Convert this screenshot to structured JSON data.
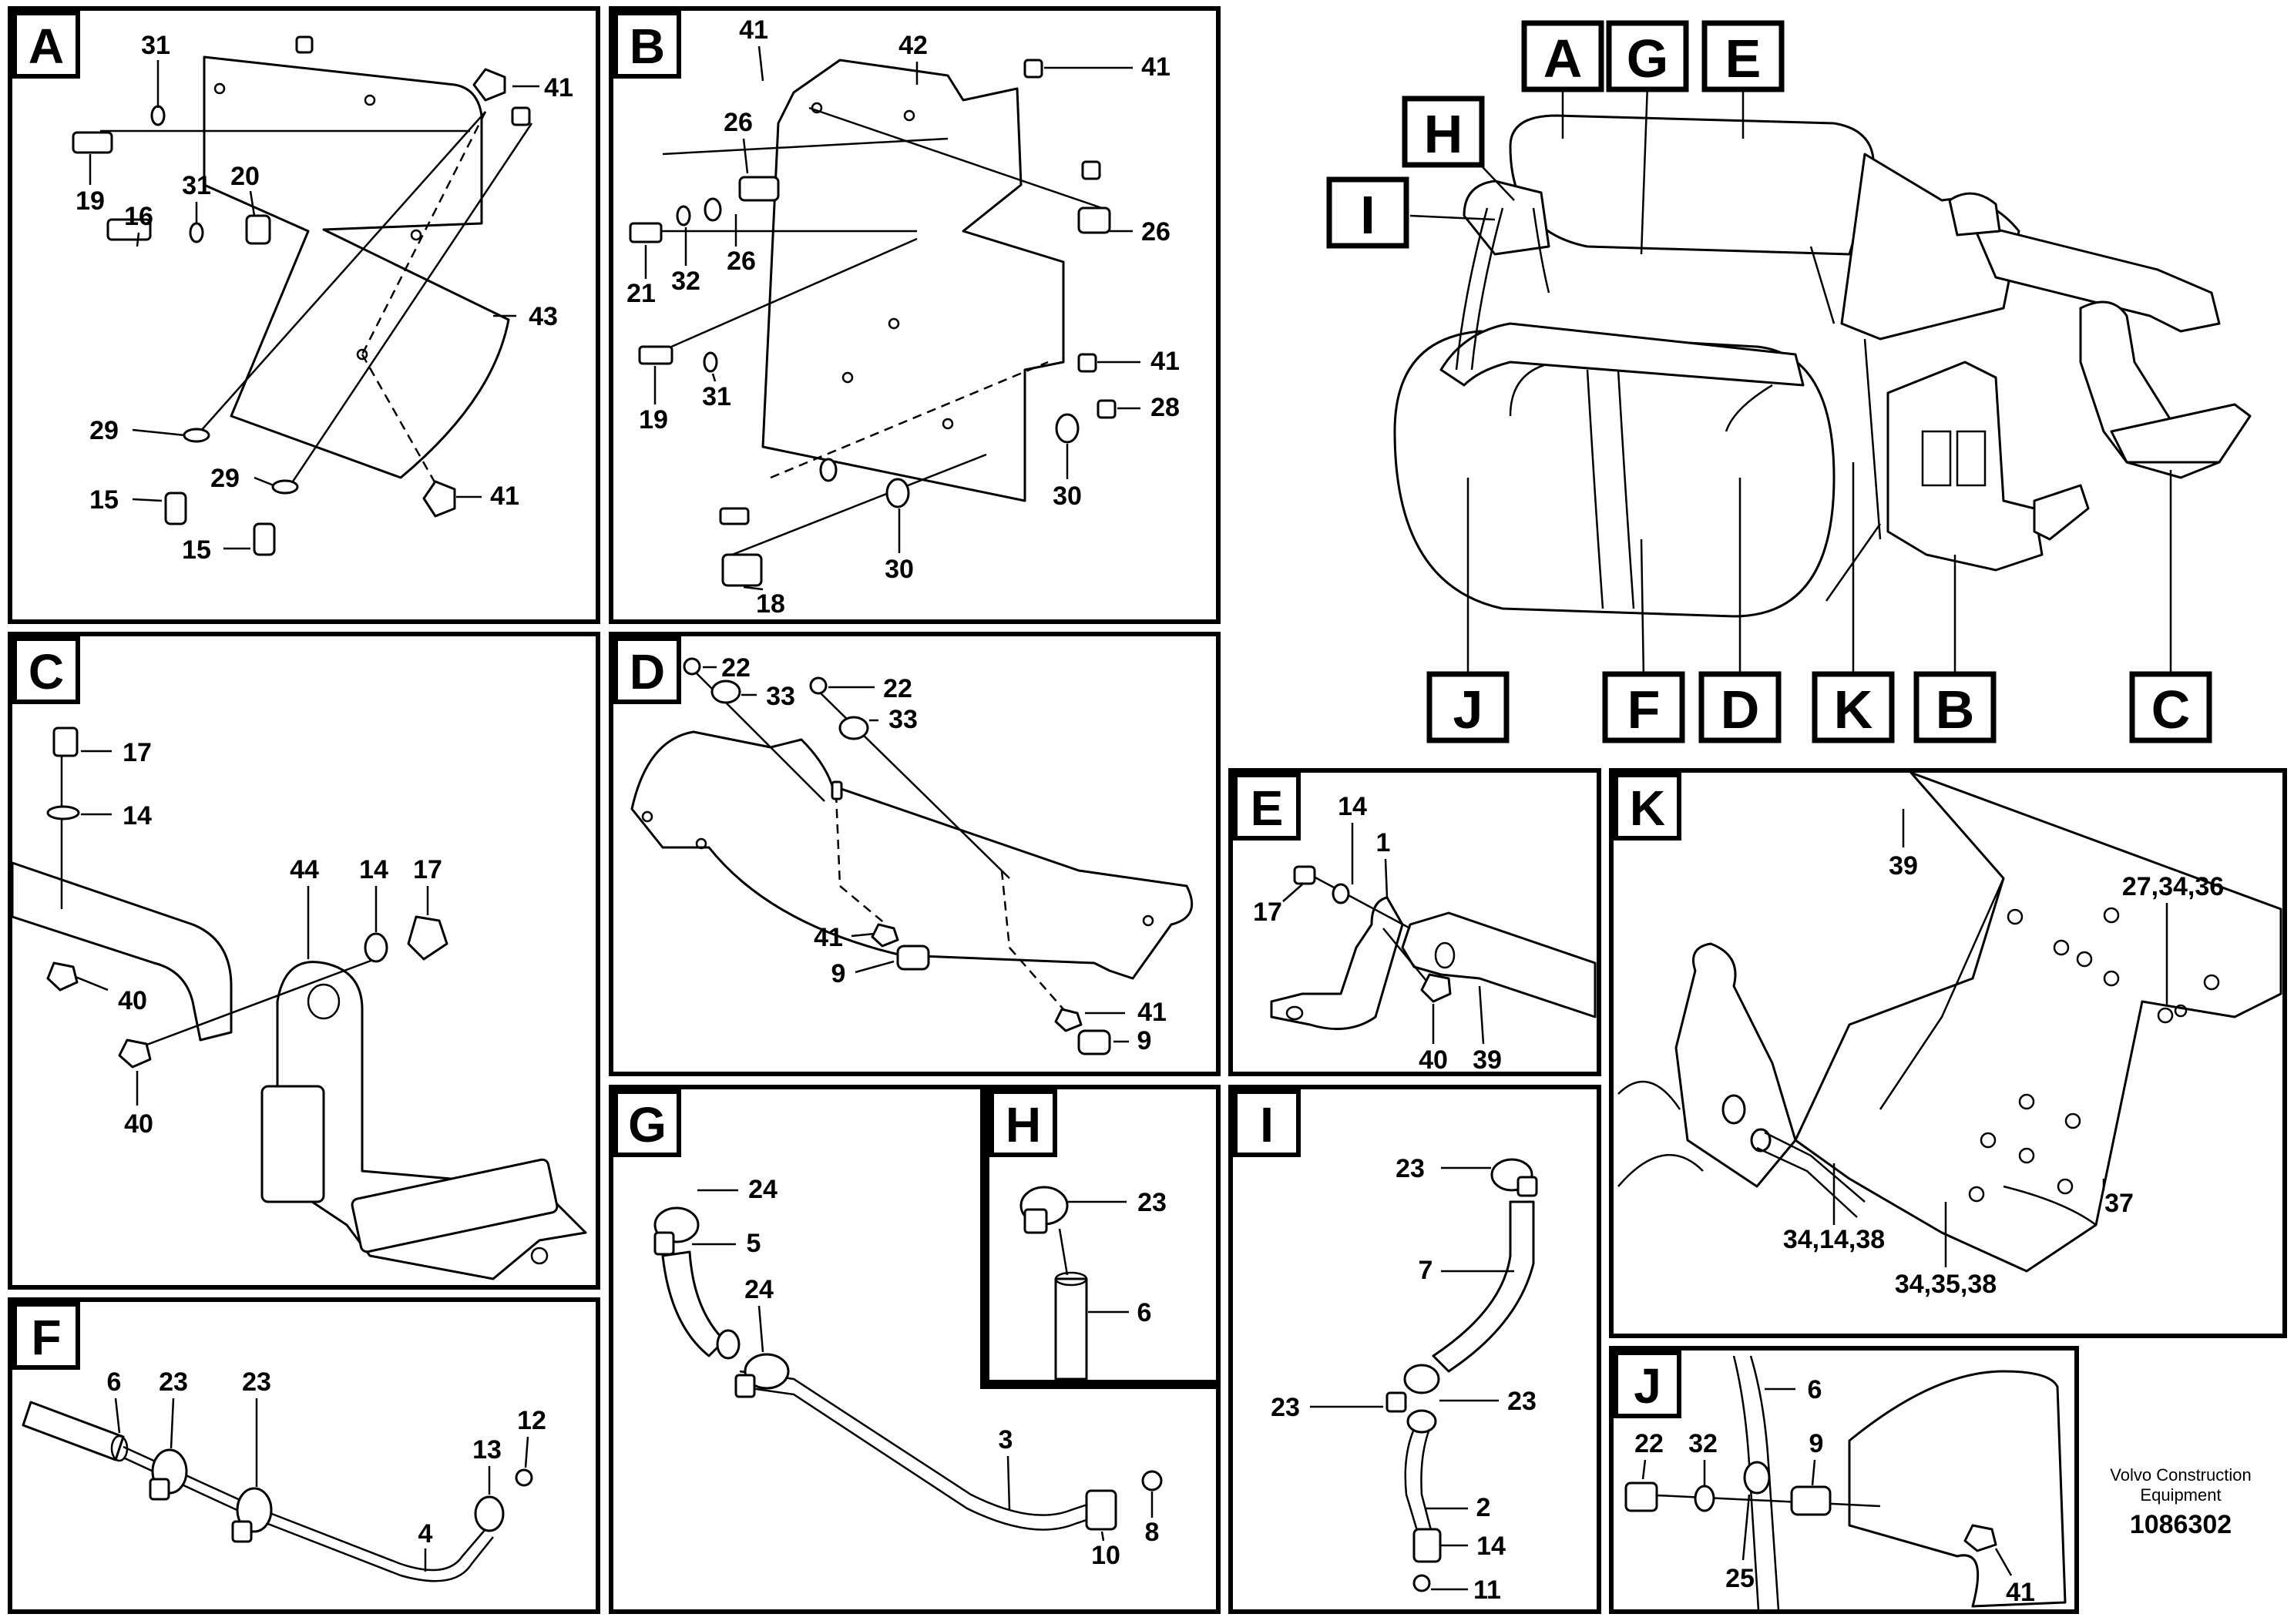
{
  "panels": {
    "A": {
      "tag": "A",
      "callouts": [
        "31",
        "41",
        "19",
        "31",
        "20",
        "16",
        "43",
        "29",
        "29",
        "15",
        "15",
        "41"
      ]
    },
    "B": {
      "tag": "B",
      "callouts": [
        "41",
        "42",
        "41",
        "26",
        "26",
        "21",
        "32",
        "26",
        "19",
        "31",
        "41",
        "28",
        "30",
        "30",
        "18"
      ]
    },
    "C": {
      "tag": "C",
      "callouts": [
        "17",
        "14",
        "44",
        "14",
        "17",
        "40",
        "40"
      ]
    },
    "D": {
      "tag": "D",
      "callouts": [
        "22",
        "33",
        "22",
        "33",
        "41",
        "9",
        "41",
        "9"
      ]
    },
    "E": {
      "tag": "E",
      "callouts": [
        "14",
        "1",
        "17",
        "40",
        "39"
      ]
    },
    "F": {
      "tag": "F",
      "callouts": [
        "6",
        "23",
        "23",
        "12",
        "13",
        "4"
      ]
    },
    "G": {
      "tag": "G",
      "callouts": [
        "24",
        "5",
        "24",
        "3",
        "10",
        "8"
      ]
    },
    "H": {
      "tag": "H",
      "callouts": [
        "23",
        "6"
      ]
    },
    "I": {
      "tag": "I",
      "callouts": [
        "23",
        "7",
        "23",
        "23",
        "2",
        "14",
        "11"
      ]
    },
    "J": {
      "tag": "J",
      "callouts": [
        "6",
        "22",
        "32",
        "9",
        "25",
        "41"
      ]
    },
    "K": {
      "tag": "K",
      "callouts": [
        "39",
        "27,34,36",
        "37",
        "34,14,38",
        "34,35,38"
      ]
    }
  },
  "overview": {
    "tags_top": [
      "A",
      "G",
      "E",
      "H",
      "I"
    ],
    "tags_bottom": [
      "J",
      "F",
      "D",
      "K",
      "B",
      "C"
    ]
  },
  "footer": {
    "company_line1": "Volvo Construction",
    "company_line2": "Equipment",
    "drawing_number": "1086302"
  }
}
